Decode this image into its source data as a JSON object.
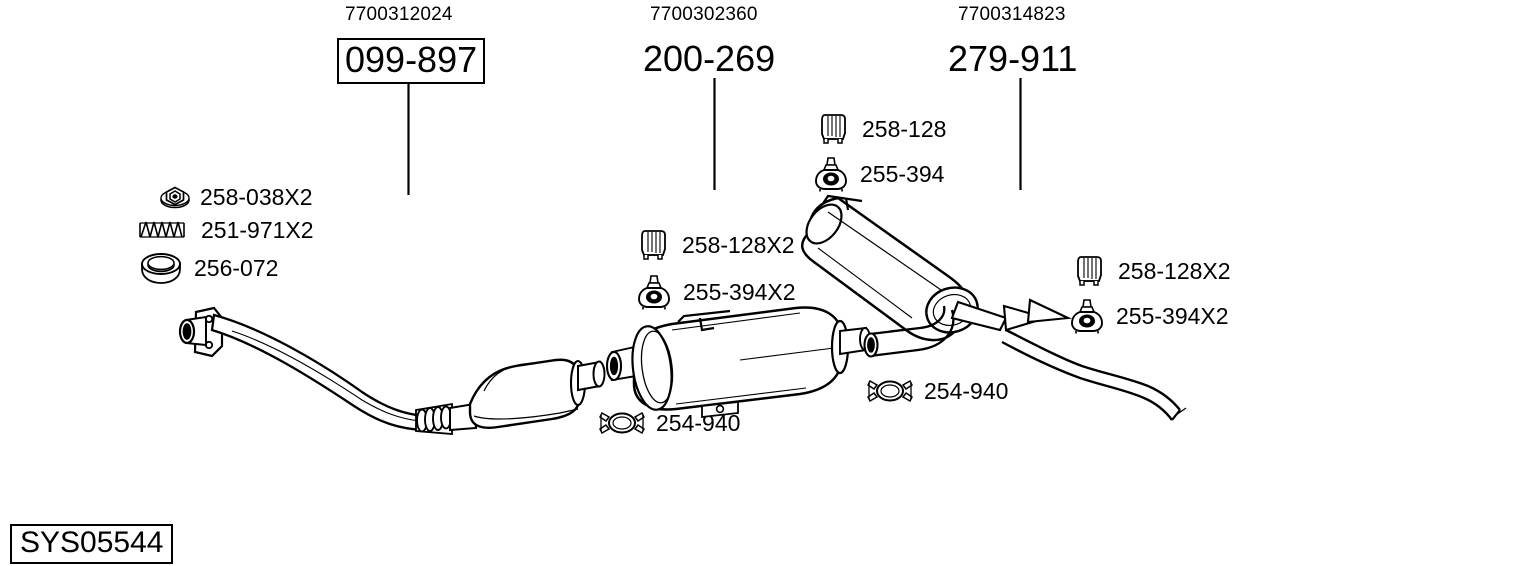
{
  "diagram": {
    "type": "exhaust-system-parts-diagram",
    "system_code": "SYS05544",
    "assemblies": [
      {
        "oem_number": "7700312024",
        "part_number": "099-897",
        "boxed": true,
        "component": "front-pipe-catalytic-converter"
      },
      {
        "oem_number": "7700302360",
        "part_number": "200-269",
        "boxed": false,
        "component": "centre-silencer"
      },
      {
        "oem_number": "7700314823",
        "part_number": "279-911",
        "boxed": false,
        "component": "rear-muffler"
      }
    ],
    "callouts": [
      {
        "icon": "flange-nut-icon",
        "label": "258-038X2",
        "group": "front"
      },
      {
        "icon": "spring-icon",
        "label": "251-971X2",
        "group": "front"
      },
      {
        "icon": "gasket-ring-icon",
        "label": "256-072",
        "group": "front"
      },
      {
        "icon": "rubber-hanger-icon",
        "label": "258-128X2",
        "group": "centre"
      },
      {
        "icon": "mount-bracket-icon",
        "label": "255-394X2",
        "group": "centre"
      },
      {
        "icon": "pipe-clamp-icon",
        "label": "254-940",
        "group": "centre"
      },
      {
        "icon": "rubber-hanger-icon",
        "label": "258-128",
        "group": "rear-upper"
      },
      {
        "icon": "mount-bracket-icon",
        "label": "255-394",
        "group": "rear-upper"
      },
      {
        "icon": "rubber-hanger-icon",
        "label": "258-128X2",
        "group": "rear-right"
      },
      {
        "icon": "mount-bracket-icon",
        "label": "255-394X2",
        "group": "rear-right"
      },
      {
        "icon": "pipe-clamp-icon",
        "label": "254-940",
        "group": "rear"
      }
    ],
    "colors": {
      "line": "#000000",
      "background": "#ffffff",
      "fill": "#ffffff"
    }
  }
}
